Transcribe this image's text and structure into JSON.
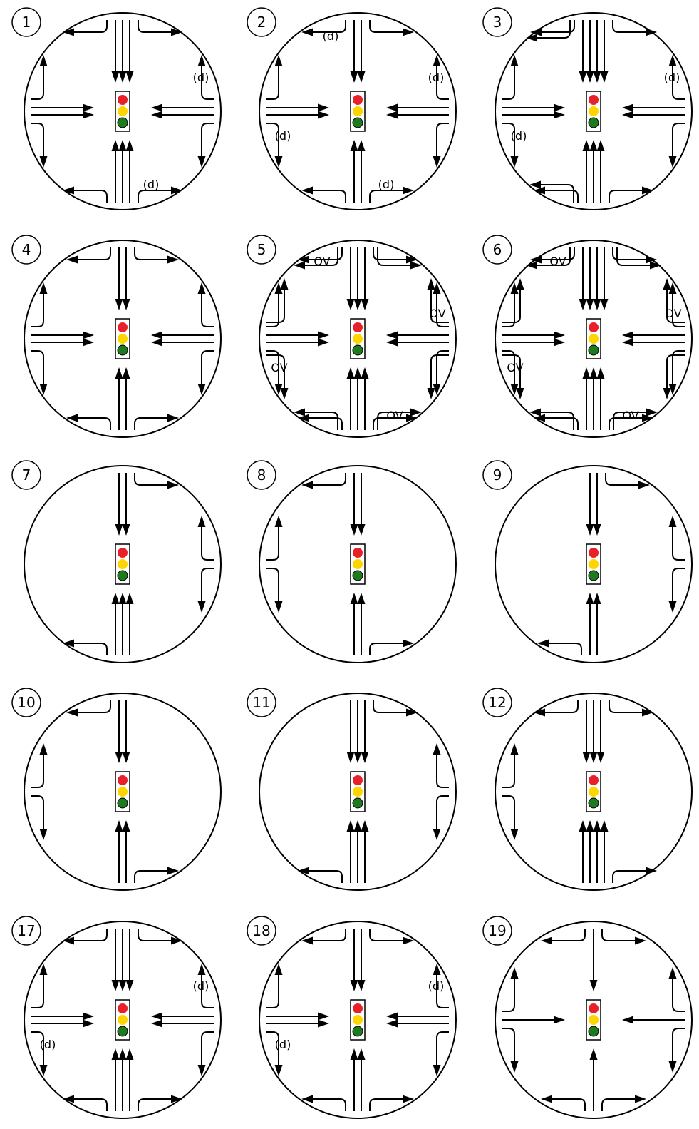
{
  "colors": {
    "red": "#e8202a",
    "yellow": "#ffd500",
    "green": "#1e7a1e",
    "ink": "#000000"
  },
  "diagrams": [
    {
      "number": "1",
      "straight": [
        3,
        3,
        2,
        2
      ],
      "left": [
        true,
        true,
        true,
        true
      ],
      "right": [
        true,
        true,
        true,
        true
      ],
      "d": [
        false,
        true,
        false,
        true
      ]
    },
    {
      "number": "2",
      "straight": [
        2,
        2,
        2,
        2
      ],
      "left": [
        true,
        true,
        true,
        true
      ],
      "right": [
        true,
        true,
        true,
        true
      ],
      "d": [
        true,
        true,
        true,
        true
      ]
    },
    {
      "number": "3",
      "straight": [
        4,
        3,
        2,
        2
      ],
      "left": [
        true,
        2,
        true,
        true
      ],
      "right": [
        2,
        true,
        true,
        true
      ],
      "d": [
        false,
        false,
        true,
        true
      ]
    },
    {
      "number": "4",
      "straight": [
        2,
        2,
        2,
        2
      ],
      "left": [
        true,
        true,
        true,
        true
      ],
      "right": [
        true,
        true,
        true,
        true
      ],
      "d": [
        false,
        false,
        false,
        false
      ]
    },
    {
      "number": "5",
      "straight": [
        3,
        3,
        2,
        2
      ],
      "left": [
        2,
        2,
        2,
        2
      ],
      "right": [
        2,
        2,
        2,
        2
      ],
      "d": [
        false,
        false,
        false,
        false
      ],
      "ov": [
        true,
        true,
        true,
        true
      ]
    },
    {
      "number": "6",
      "straight": [
        4,
        3,
        2,
        2
      ],
      "left": [
        2,
        2,
        2,
        2
      ],
      "right": [
        2,
        2,
        2,
        2
      ],
      "d": [
        false,
        false,
        false,
        false
      ],
      "ov": [
        true,
        true,
        true,
        true
      ]
    },
    {
      "number": "7",
      "straight": [
        2,
        3,
        0,
        0
      ],
      "left": [
        true,
        true,
        false,
        true
      ],
      "right": [
        false,
        false,
        false,
        true
      ],
      "d": [
        false,
        false,
        false,
        false
      ]
    },
    {
      "number": "8",
      "straight": [
        2,
        2,
        0,
        0
      ],
      "left": [
        false,
        false,
        true,
        false
      ],
      "right": [
        true,
        true,
        true,
        false
      ],
      "d": [
        false,
        false,
        false,
        false
      ]
    },
    {
      "number": "9",
      "straight": [
        2,
        2,
        0,
        0
      ],
      "left": [
        true,
        true,
        false,
        true
      ],
      "right": [
        false,
        false,
        false,
        true
      ],
      "d": [
        false,
        false,
        false,
        false
      ]
    },
    {
      "number": "10",
      "straight": [
        2,
        2,
        0,
        0
      ],
      "left": [
        false,
        false,
        true,
        false
      ],
      "right": [
        true,
        true,
        true,
        false
      ],
      "d": [
        false,
        false,
        false,
        false
      ]
    },
    {
      "number": "11",
      "straight": [
        3,
        3,
        0,
        0
      ],
      "left": [
        true,
        true,
        false,
        true
      ],
      "right": [
        false,
        false,
        false,
        true
      ],
      "d": [
        false,
        false,
        false,
        false
      ]
    },
    {
      "number": "12",
      "straight": [
        3,
        4,
        0,
        0
      ],
      "left": [
        true,
        false,
        true,
        false
      ],
      "right": [
        true,
        true,
        true,
        false
      ],
      "d": [
        false,
        false,
        false,
        false
      ]
    },
    {
      "number": "17",
      "straight": [
        3,
        3,
        2,
        2
      ],
      "left": [
        true,
        true,
        true,
        true
      ],
      "right": [
        true,
        true,
        true,
        true
      ],
      "d": [
        false,
        false,
        true,
        true
      ]
    },
    {
      "number": "18",
      "straight": [
        2,
        2,
        2,
        2
      ],
      "left": [
        true,
        true,
        true,
        true
      ],
      "right": [
        true,
        true,
        true,
        true
      ],
      "d": [
        false,
        false,
        true,
        true
      ]
    },
    {
      "number": "19",
      "straight": [
        1,
        1,
        1,
        1
      ],
      "left": [
        true,
        true,
        true,
        true
      ],
      "right": [
        true,
        true,
        true,
        true
      ],
      "d": [
        false,
        false,
        false,
        false
      ]
    }
  ],
  "labels": {
    "d": "(d)",
    "ov": "OV"
  }
}
